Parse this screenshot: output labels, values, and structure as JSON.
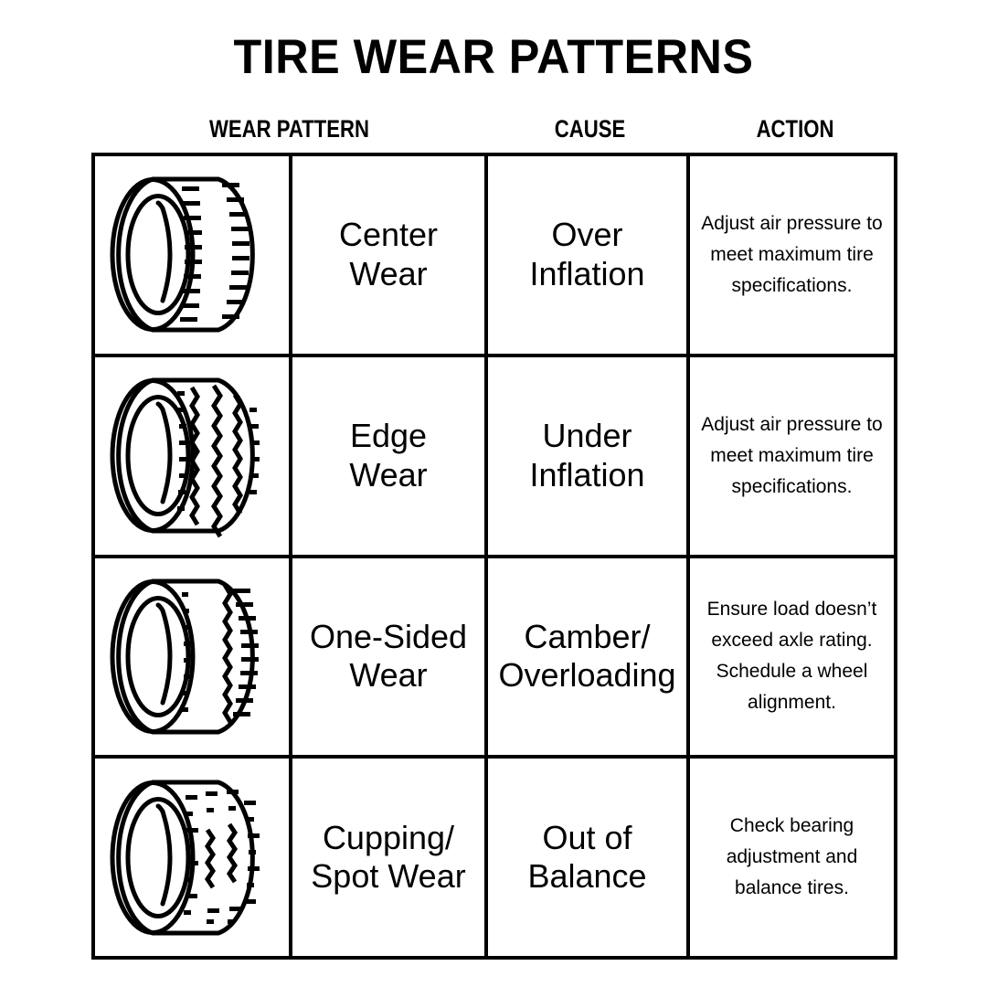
{
  "title": "TIRE WEAR PATTERNS",
  "table": {
    "headers": {
      "wear_pattern": "WEAR PATTERN",
      "cause": "CAUSE",
      "action": "ACTION"
    },
    "rows": [
      {
        "icon": "tire-center-wear-icon",
        "pattern": "Center\nWear",
        "cause": "Over\nInflation",
        "action": "Adjust air pressure to meet maximum tire specifications."
      },
      {
        "icon": "tire-edge-wear-icon",
        "pattern": "Edge\nWear",
        "cause": "Under\nInflation",
        "action": "Adjust air pressure to meet maximum tire specifications."
      },
      {
        "icon": "tire-one-sided-wear-icon",
        "pattern": "One-Sided\nWear",
        "cause": "Camber/\nOverloading",
        "action": "Ensure load doesn’t exceed axle rating. Schedule a wheel alignment."
      },
      {
        "icon": "tire-cupping-wear-icon",
        "pattern": "Cupping/\nSpot Wear",
        "cause": "Out of\nBalance",
        "action": "Check bearing adjustment and balance tires."
      }
    ]
  },
  "colors": {
    "ink": "#000000",
    "background": "#ffffff"
  }
}
